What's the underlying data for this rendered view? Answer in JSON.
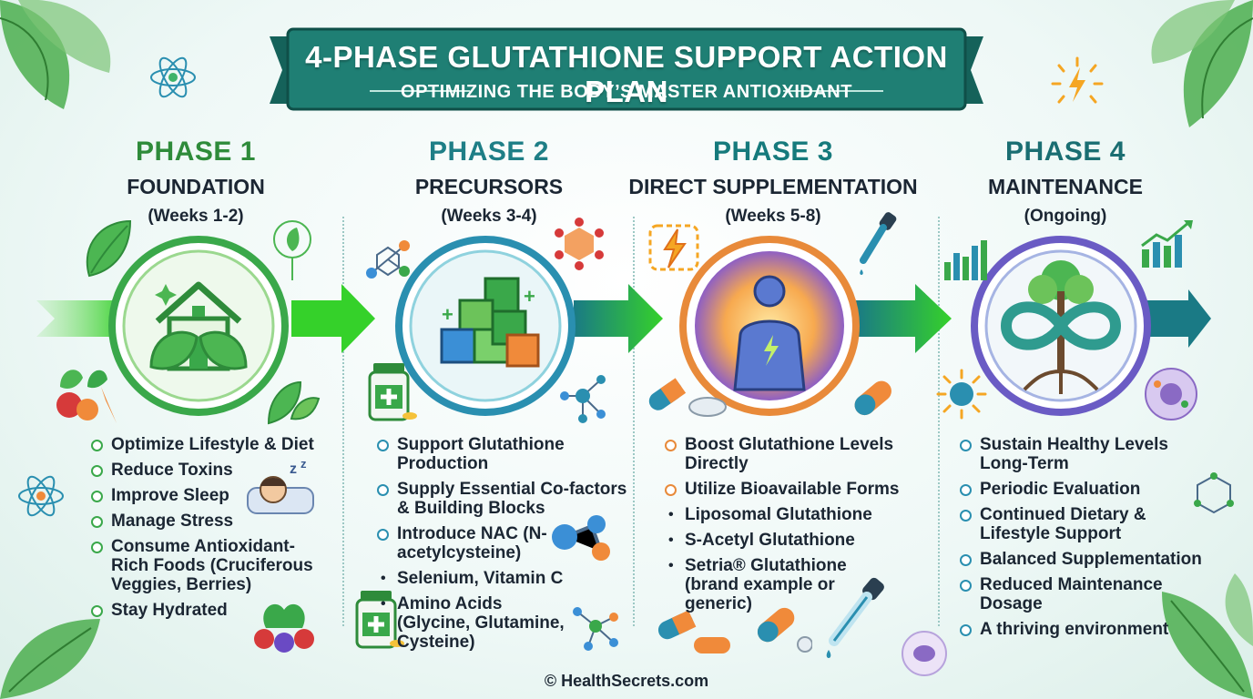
{
  "banner": {
    "title": "4-PHASE GLUTATHIONE SUPPORT ACTION PLAN",
    "subtitle": "OPTIMIZING THE BODY’S MASTER ANTIOXIDANT"
  },
  "colors": {
    "phase1": "#2e8b3a",
    "phase2": "#1e7e86",
    "phase3": "#167a7c",
    "phase4": "#1a6e72",
    "arrow": "#35d12a",
    "banner": "#1f7f74"
  },
  "phases": [
    {
      "number": "PHASE 1",
      "name": "FOUNDATION",
      "weeks": "(Weeks 1-2)",
      "icon": "house-leaf-icon",
      "items": [
        "Optimize Lifestyle & Diet",
        "Reduce Toxins",
        "Improve Sleep",
        "Manage Stress",
        "Consume Antioxidant-Rich Foods (Cruciferous Veggies, Berries)",
        "Stay Hydrated"
      ]
    },
    {
      "number": "PHASE 2",
      "name": "PRECURSORS",
      "weeks": "(Weeks 3-4)",
      "icon": "building-blocks-icon",
      "items": [
        "Support Glutathione Production",
        "Supply Essential Co-factors & Building Blocks",
        "Introduce NAC (N-acetylcysteine)"
      ],
      "subitems": [
        "Selenium, Vitamin C",
        "Amino Acids (Glycine, Glutamine, Cysteine)"
      ]
    },
    {
      "number": "PHASE 3",
      "name": "DIRECT SUPPLEMENTATION",
      "weeks": "(Weeks 5-8)",
      "icon": "glowing-person-icon",
      "items": [
        "Boost Glutathione Levels Directly",
        "Utilize Bioavailable Forms"
      ],
      "subitems": [
        "Liposomal Glutathione",
        "S-Acetyl Glutathione",
        "Setria® Glutathione (brand example or generic)"
      ]
    },
    {
      "number": "PHASE 4",
      "name": "MAINTENANCE",
      "weeks": "(Ongoing)",
      "icon": "infinity-tree-icon",
      "items": [
        "Sustain Healthy Levels Long-Term",
        "Periodic Evaluation",
        "Continued Dietary & Lifestyle Support",
        "Balanced Supplementation",
        "Reduced Maintenance Dosage",
        "A thriving environment"
      ]
    }
  ],
  "footer": "© HealthSecrets.com"
}
